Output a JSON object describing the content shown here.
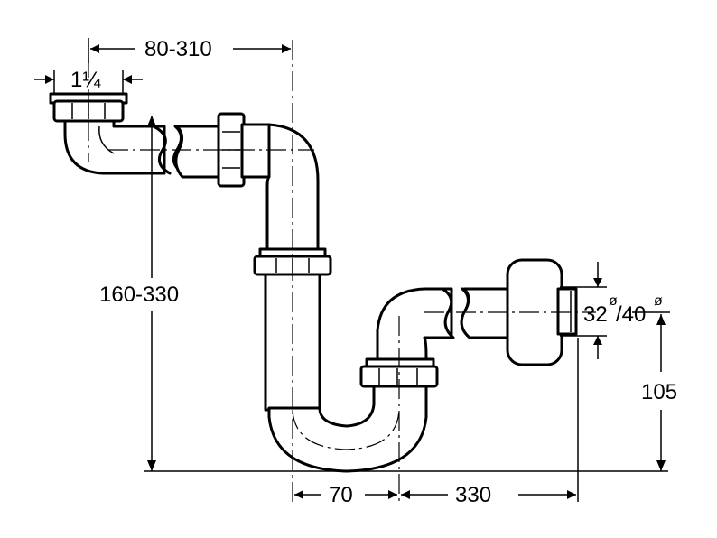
{
  "dimensions": {
    "inlet_size": "1¼",
    "horizontal_offset": "80-310",
    "vertical_height": "160-330",
    "outlet_diameter_main": "32",
    "outlet_diameter_alt": "/40",
    "diameter_symbol": "ø",
    "outlet_height": "105",
    "trap_width": "70",
    "outlet_length": "330"
  },
  "colors": {
    "line": "#000000",
    "background": "#ffffff"
  }
}
